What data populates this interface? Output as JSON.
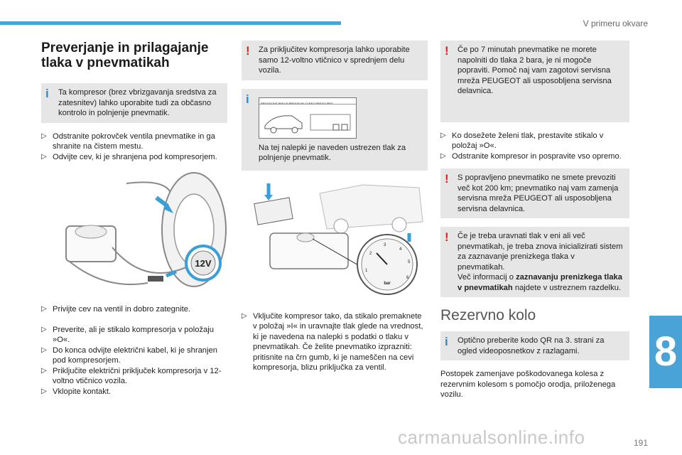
{
  "header": {
    "section": "V primeru okvare"
  },
  "col1": {
    "title": "Preverjanje in prilagajanje tlaka v pnevmatikah",
    "info": "Ta kompresor (brez vbrizgavanja sredstva za zatesnitev) lahko uporabite tudi za občasno kontrolo in polnjenje pnevmatik.",
    "steps1": [
      "Odstranite pokrovček ventila pnevmatike in ga shranite na čistem mestu.",
      "Odvijte cev, ki je shranjena pod kompresorjem."
    ],
    "steps2": [
      "Privijte cev na ventil in dobro zategnite."
    ],
    "steps3": [
      "Preverite, ali je stikalo kompresorja v položaju »O«.",
      "Do konca odvijte električni kabel, ki je shranjen pod kompresorjem.",
      "Priključite električni priključek kompresorja v 12-voltno vtičnico vozila.",
      "Vklopite kontakt."
    ],
    "badge": "12V"
  },
  "col2": {
    "warn": "Za priključitev kompresorja lahko uporabite samo 12-voltno vtičnico v sprednjem delu vozila.",
    "label_heading": "PRESSIONS PNEUS·PRESSIONI·TYRES PRESSURES",
    "info": "Na tej nalepki je naveden ustrezen tlak za polnjenje pnevmatik.",
    "gauge_unit": "bar",
    "gauge_ticks": [
      "1",
      "2",
      "3",
      "4",
      "5",
      "6"
    ],
    "step": "Vključite kompresor tako, da stikalo premaknete v položaj »I« in uravnajte tlak glede na vrednost, ki je navedena na nalepki s podatki o tlaku v pnevmatikah. Če želite pnevmatiko izprazniti: pritisnite na črn gumb, ki je nameščen na cevi kompresorja, blizu priključka za ventil."
  },
  "col3": {
    "warn1": "Če po 7 minutah pnevmatike ne morete napolniti do tlaka 2 bara, je ni mogoče popraviti. Pomoč naj vam zagotovi servisna mreža PEUGEOT ali usposobljena servisna delavnica.",
    "steps": [
      "Ko dosežete želeni tlak, prestavite stikalo v položaj »O«.",
      "Odstranite kompresor in pospravite vso opremo."
    ],
    "warn2": "S popravljeno pnevmatiko ne smete prevoziti več kot 200 km; pnevmatiko naj vam zamenja servisna mreža PEUGEOT ali usposobljena servisna delavnica.",
    "warn3": "Če je treba uravnati tlak v eni ali več pnevmatikah, je treba znova inicializirati sistem za zaznavanje prenizkega tlaka v pnevmatikah.",
    "warn3b_pre": "Več informacij o ",
    "warn3b_bold": "zaznavanju prenizkega tlaka v pnevmatikah",
    "warn3b_post": " najdete v ustreznem razdelku.",
    "heading": "Rezervno kolo",
    "info": "Optično preberite kodo QR na 3. strani za ogled videoposnetkov z razlagami.",
    "para": "Postopek zamenjave poškodovanega kolesa z rezervnim kolesom s pomočjo orodja, priloženega vozilu."
  },
  "chapter": "8",
  "page_number": "191",
  "watermark": "carmanualsonline.info",
  "icons": {
    "bullet": "triangle-bullet-icon",
    "warning": "exclamation-icon",
    "info": "info-icon"
  },
  "colors": {
    "accent": "#4aa3d6",
    "warning": "#e3221a",
    "info": "#1f8fd3",
    "box": "#e6e6e6"
  }
}
